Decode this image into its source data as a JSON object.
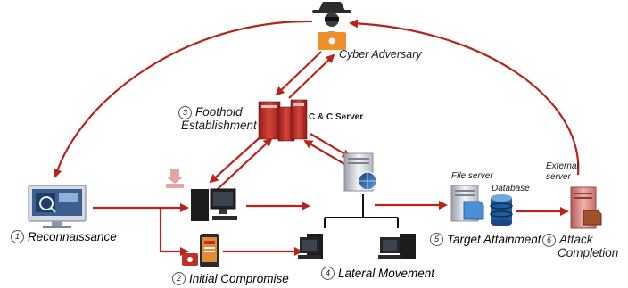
{
  "nodes": {
    "adversary": "Cyber Adversary",
    "cc_server": "C & C Server",
    "file_server": "File server",
    "database": "Database",
    "external_server": [
      "External",
      "server"
    ]
  },
  "steps": [
    {
      "num": "1",
      "label": "Reconnaissance"
    },
    {
      "num": "2",
      "label": "Initial Compromise"
    },
    {
      "num": "3",
      "label": [
        "Foothold",
        "Establishment"
      ]
    },
    {
      "num": "4",
      "label": "Lateral Movement"
    },
    {
      "num": "5",
      "label": "Target Attainment"
    },
    {
      "num": "6",
      "label": [
        "Attack",
        "Completion"
      ]
    }
  ],
  "colors": {
    "arrow": "#b8231b",
    "tree_line": "#111111",
    "server_red": "#c0302a"
  },
  "icons": [
    "hacker-icon",
    "cc-server-icon",
    "monitor-icon",
    "workstation-icon",
    "smartphone-icon",
    "download-icon",
    "malware-tag-icon",
    "web-server-icon",
    "file-server-icon",
    "database-icon",
    "external-server-icon"
  ]
}
